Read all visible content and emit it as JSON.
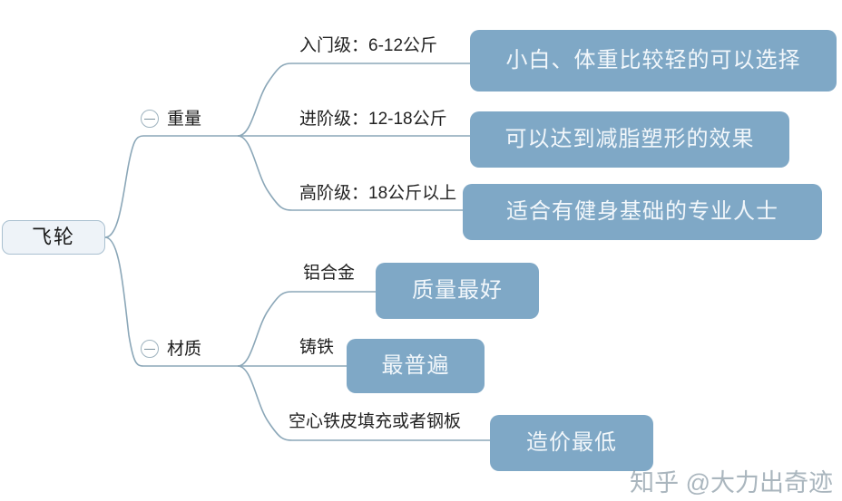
{
  "diagram": {
    "type": "mindmap",
    "root": {
      "label": "飞轮"
    },
    "colors": {
      "callout_fill": "#7fa8c6",
      "callout_text": "#f2f7fb",
      "connector": "#8ba7b8",
      "root_fill": "#eef3f8",
      "root_border": "#a9c0d0"
    },
    "branches": [
      {
        "label": "重量",
        "collapse_icon": "circle-minus-icon",
        "children": [
          {
            "label": "入门级：6-12公斤",
            "callout": "小白、体重比较轻的可以选择"
          },
          {
            "label": "进阶级：12-18公斤",
            "callout": "可以达到减脂塑形的效果"
          },
          {
            "label": "高阶级：18公斤以上",
            "callout": "适合有健身基础的专业人士"
          }
        ]
      },
      {
        "label": "材质",
        "collapse_icon": "circle-minus-icon",
        "children": [
          {
            "label": "铝合金",
            "callout": "质量最好"
          },
          {
            "label": "铸铁",
            "callout": "最普遍"
          },
          {
            "label": "空心铁皮填充或者钢板",
            "callout": "造价最低"
          }
        ]
      }
    ]
  },
  "watermark": {
    "text": "知乎 @大力出奇迹"
  }
}
